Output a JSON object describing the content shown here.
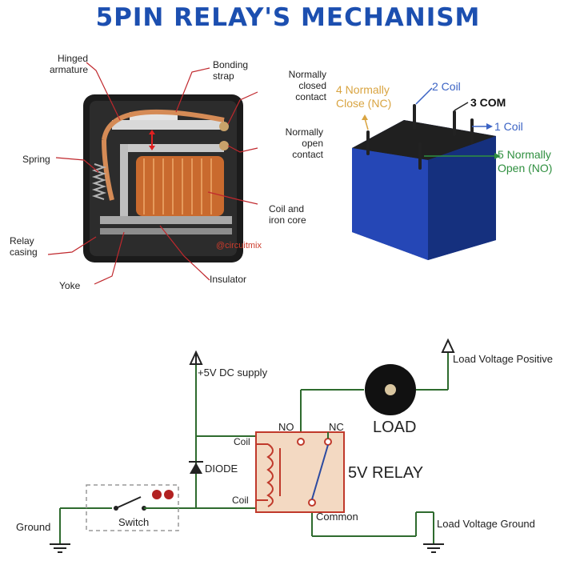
{
  "title": "5PIN RELAY'S MECHANISM",
  "photo_labels": {
    "hinged_armature": "Hinged\narmature",
    "bonding_strap": "Bonding\nstrap",
    "normally_closed_contact": "Normally\nclosed\ncontact",
    "normally_open_contact": "Normally\nopen\ncontact",
    "spring": "Spring",
    "coil_and_iron_core": "Coil and\niron core",
    "relay_casing": "Relay\ncasing",
    "yoke": "Yoke",
    "insulator": "Insulator",
    "watermark": "@circuitmix"
  },
  "pin_labels": {
    "pin4": "4 Normally\nClose (NC)",
    "pin2": "2 Coil",
    "pin3": "3 COM",
    "pin1": "1 Coil",
    "pin5": "5 Normally\nOpen (NO)"
  },
  "circuit": {
    "supply": "+5V DC supply",
    "load_positive": "Load Voltage Positive",
    "no": "NO",
    "nc": "NC",
    "load": "LOAD",
    "coil_top": "Coil",
    "coil_bottom": "Coil",
    "diode": "DIODE",
    "relay": "5V RELAY",
    "common": "Common",
    "switch": "Switch",
    "ground": "Ground",
    "load_ground": "Load Voltage Ground"
  },
  "colors": {
    "title": "#1c4fb0",
    "wire": "#2e6b2e",
    "relay_fill": "#f3d9c2",
    "relay_stroke": "#c0392b",
    "nc_label": "#d9a441",
    "no_label": "#2f8f3f",
    "coil_label": "#3b63c4",
    "relay_body": "#1d3a9a"
  }
}
